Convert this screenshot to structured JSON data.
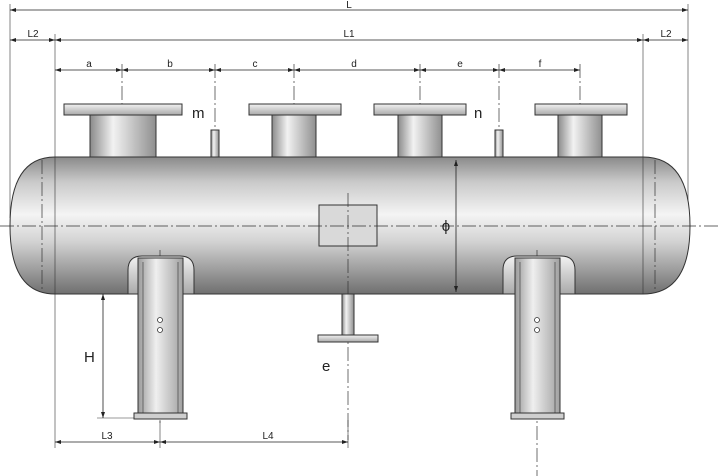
{
  "labels": {
    "L": "L",
    "L1": "L1",
    "L2_left": "L2",
    "L2_right": "L2",
    "a": "a",
    "b": "b",
    "c": "c",
    "d": "d",
    "e_top": "e",
    "f": "f",
    "m": "m",
    "n": "n",
    "phi": "ϕ",
    "H": "H",
    "L3": "L3",
    "L4": "L4",
    "e_bottom": "e"
  }
}
